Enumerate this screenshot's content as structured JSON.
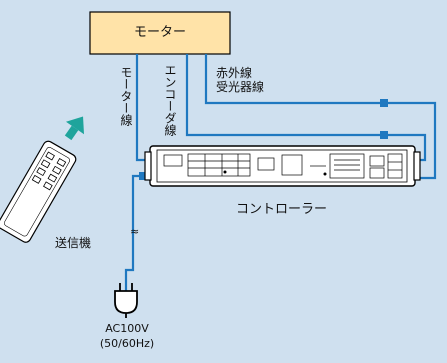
{
  "motor": {
    "label": "モーター"
  },
  "wires": {
    "motor_wire": "モーター線",
    "encoder_wire": "エンコーダ線",
    "ir_receiver_wire_line1": "赤外線",
    "ir_receiver_wire_line2": "受光器線"
  },
  "controller": {
    "label": "コントローラー"
  },
  "remote": {
    "label": "送信機"
  },
  "power": {
    "tilde": "≈",
    "voltage": "AC100V",
    "frequency": "(50/60Hz)"
  },
  "colors": {
    "background": "#cfe0ef",
    "motor_box": "#ffe3a8",
    "wire": "#1f78c0",
    "arrow": "#1fa49c"
  }
}
